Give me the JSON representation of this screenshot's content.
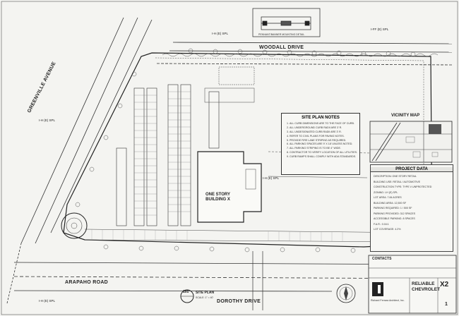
{
  "streets": {
    "woodall": "WOODALL DRIVE",
    "greenville": "GREENVILLE AVENUE",
    "arapaho": "ARAPAHO ROAD",
    "dorothy": "DOROTHY DRIVE"
  },
  "utility_labels": {
    "ih_top": "I-H (E) SPL",
    "ih_left": "I-H (E) SPL",
    "ih_center": "I-H (E) SPL",
    "ih_bottom": "I-H (E) SPL",
    "ff_right": "I-FF (E) SPL"
  },
  "building": {
    "line1": "ONE STORY",
    "line2": "BUILDING X"
  },
  "site_plan_notes": {
    "title": "SITE PLAN NOTES",
    "items": [
      "ALL CURB DIMENSIONS ARE TO THE FACE OF CURB.",
      "ALL UNDERGROUND CURB RADII ARE 3' R.",
      "ALL UNDESIGNATED CURB RADII ARE 3' R.",
      "REFER TO CIVIL PLANS FOR PAVING NOTES.",
      "PROVIDE FIRE LANE STRIPING AS REQUIRED.",
      "ALL PARKING SPACES ARE 9' X 18' UNLESS NOTED.",
      "ALL PARKING STRIPING IS TO BE 4\" WIDE.",
      "CONTRACTOR TO VERIFY LOCATION OF ALL UTILITIES.",
      "CURB RAMPS SHALL COMPLY WITH ADA STANDARDS."
    ]
  },
  "vicinity_map": {
    "title": "VICINITY MAP"
  },
  "project_data": {
    "title": "PROJECT DATA",
    "rows": [
      "DESCRIPTION: ONE STORY RETAIL",
      "BUILDING USE: RETAIL / AUTOMOTIVE",
      "CONSTRUCTION TYPE: TYPE V UNPROTECTED",
      "ZONING: I-H (E) SPL",
      "LOT AREA: 7.84 ACRES",
      "BUILDING AREA: 12,500 SF",
      "PARKING REQUIRED: 1 / 500 SF",
      "PARKING PROVIDED: 312 SPACES",
      "ACCESSIBLE PARKING: 8 SPACES",
      "F.A.R.: 0.04:1",
      "LOT COVERAGE: 4.2%"
    ]
  },
  "contacts": {
    "title": "CONTACTS"
  },
  "title_block": {
    "firm": "Richard Ferrara Architect, Inc.",
    "project_line1": "RELIABLE",
    "project_line2": "CHEVROLET",
    "sheet_code": "X2",
    "sheet_number": "1"
  },
  "sheet_label": {
    "number": "101",
    "title": "SITE PLAN",
    "scale": "SCALE: 1\" = 40'"
  },
  "detail": {
    "caption": "PENNANT/BANNER MOUNTING DETAIL"
  }
}
